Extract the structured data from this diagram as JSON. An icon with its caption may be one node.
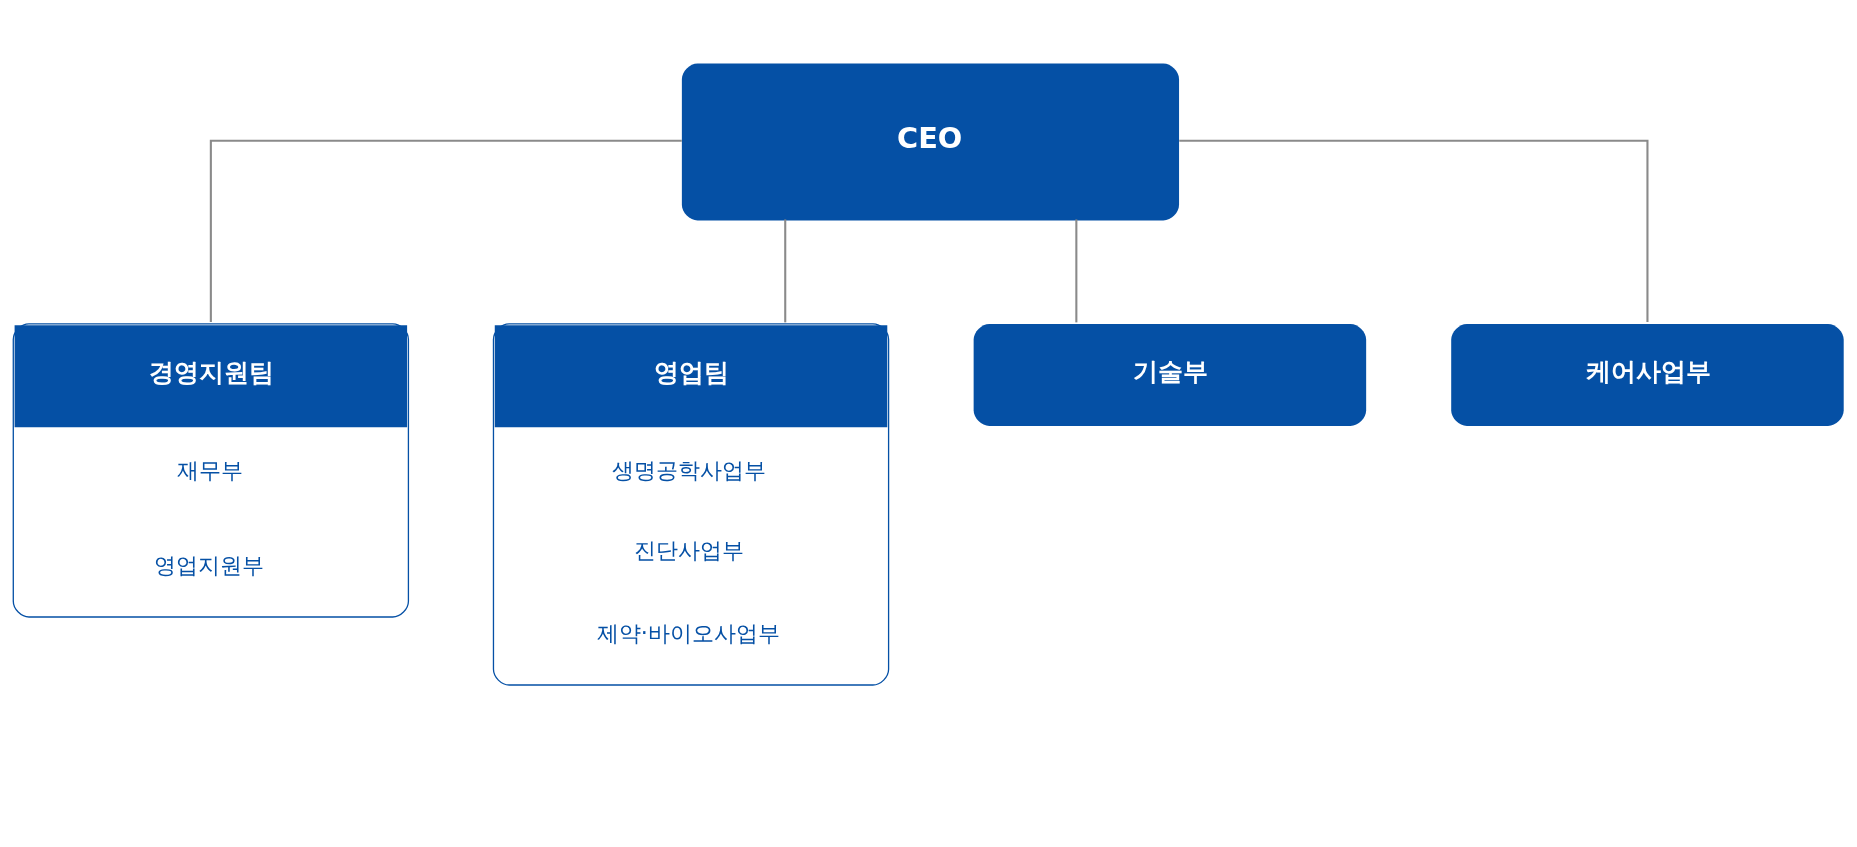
{
  "diagram": {
    "nodes": [
      {
        "text": [
          "CEO"
        ]
      },
      {
        "text": [
          "경영지원팀",
          "재무부",
          "영업지원부"
        ]
      },
      {
        "text": [
          "영업팀",
          "생명공학사업부",
          "진단사업부",
          "제약·바이오사업부"
        ]
      },
      {
        "text": [
          "기술부"
        ]
      },
      {
        "text": [
          "케어사업부"
        ]
      }
    ],
    "edges": [
      {
        "from": 0,
        "to": 1,
        "arrow": "none"
      },
      {
        "from": 0,
        "to": 2,
        "arrow": "none"
      },
      {
        "from": 0,
        "to": 3,
        "arrow": "none"
      },
      {
        "from": 0,
        "to": 4,
        "arrow": "none"
      }
    ]
  }
}
